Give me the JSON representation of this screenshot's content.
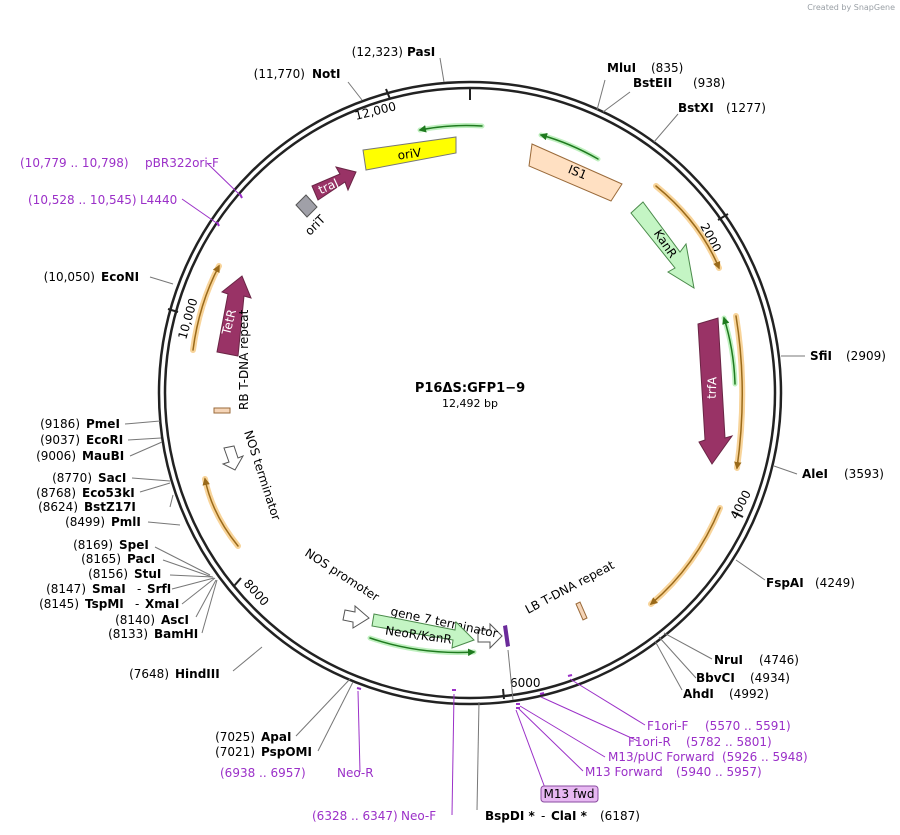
{
  "credit": "Created by SnapGene",
  "title": "P16ΔS:GFP1−9",
  "size": "12,492 bp",
  "ticks": [
    "2000",
    "4000",
    "6000",
    "8000",
    "10,000",
    "12,000"
  ],
  "sites": [
    {
      "pos": "(12,323)",
      "name": "PasI"
    },
    {
      "pos": "(11,770)",
      "name": "NotI"
    },
    {
      "pos": "(835)",
      "name": "MluI"
    },
    {
      "pos": "(938)",
      "name": "BstEII"
    },
    {
      "pos": "(1277)",
      "name": "BstXI"
    },
    {
      "pos": "(2909)",
      "name": "SfiI"
    },
    {
      "pos": "(3593)",
      "name": "AleI"
    },
    {
      "pos": "(4249)",
      "name": "FspAI"
    },
    {
      "pos": "(4746)",
      "name": "NruI"
    },
    {
      "pos": "(4934)",
      "name": "BbvCI"
    },
    {
      "pos": "(4992)",
      "name": "AhdI"
    },
    {
      "pos": "(10,050)",
      "name": "EcoNI"
    },
    {
      "pos": "(9186)",
      "name": "PmeI"
    },
    {
      "pos": "(9037)",
      "name": "EcoRI"
    },
    {
      "pos": "(9006)",
      "name": "MauBI"
    },
    {
      "pos": "(8770)",
      "name": "SacI"
    },
    {
      "pos": "(8768)",
      "name": "Eco53kI"
    },
    {
      "pos": "(8624)",
      "name": "BstZ17I"
    },
    {
      "pos": "(8499)",
      "name": "PmlI"
    },
    {
      "pos": "(8169)",
      "name": "SpeI"
    },
    {
      "pos": "(8165)",
      "name": "PacI"
    },
    {
      "pos": "(8156)",
      "name": "StuI"
    },
    {
      "pos": "(8147)",
      "name": "SmaI",
      "extra": "SrfI"
    },
    {
      "pos": "(8145)",
      "name": "TspMI",
      "extra": "XmaI"
    },
    {
      "pos": "(8140)",
      "name": "AscI"
    },
    {
      "pos": "(8133)",
      "name": "BamHI"
    },
    {
      "pos": "(7648)",
      "name": "HindIII"
    },
    {
      "pos": "(7025)",
      "name": "ApaI"
    },
    {
      "pos": "(7021)",
      "name": "PspOMI"
    },
    {
      "pos": "(6187)",
      "name": "BspDI *",
      "extra": "ClaI *"
    }
  ],
  "primers": [
    {
      "range": "(10,779 .. 10,798)",
      "name": "pBR322ori-F"
    },
    {
      "range": "(10,528 .. 10,545)",
      "name": "L4440"
    },
    {
      "range": "(6938 .. 6957)",
      "name": "Neo-R"
    },
    {
      "range": "(6328 .. 6347)",
      "name": "Neo-F"
    },
    {
      "name": "F1ori-F",
      "range": "(5570 .. 5591)"
    },
    {
      "name": "F1ori-R",
      "range": "(5782 .. 5801)"
    },
    {
      "name": "M13/pUC Forward",
      "range": "(5926 .. 5948)"
    },
    {
      "name": "M13 Forward",
      "range": "(5940 .. 5957)"
    }
  ],
  "features": {
    "oriV": "oriV",
    "traJ": "traJ",
    "oriT": "oriT",
    "IS1": "IS1",
    "KanR": "KanR",
    "trfA": "trfA",
    "TetR": "TetR",
    "rb_repeat": "RB T-DNA repeat",
    "nos_terminator": "NOS terminator",
    "nos_promoter": "NOS promoter",
    "gene7": "gene 7 terminator",
    "neoR": "NeoR/KanR",
    "lb_repeat": "LB T-DNA repeat",
    "m13_fwd": "M13 fwd"
  },
  "colors": {
    "orf": "#f2a541",
    "primer": "#9b30c8",
    "traJ": "#993366",
    "oriV": "#ffff00",
    "IS1": "#ffe0c2",
    "KanR": "#c4f5c4",
    "neoR": "#c4f5c4",
    "green": "#2a9d2a"
  }
}
